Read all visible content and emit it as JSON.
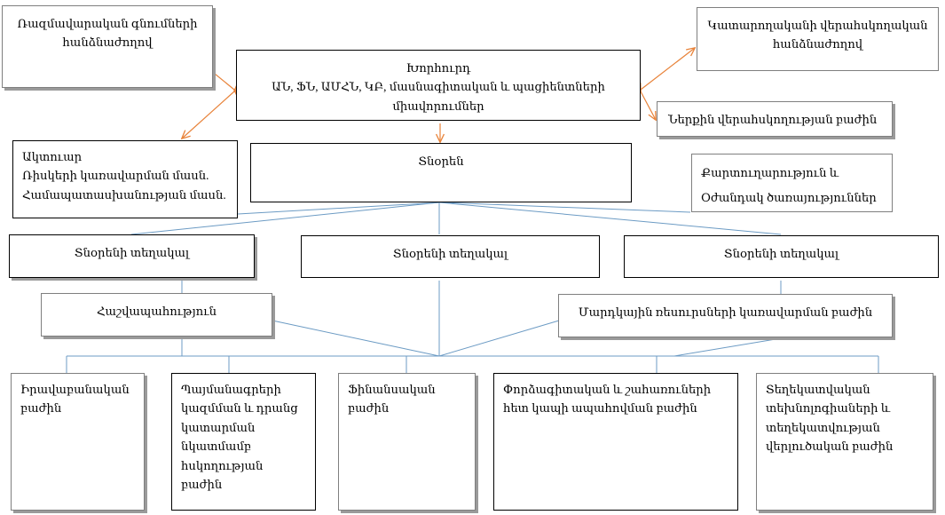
{
  "diagram": {
    "title": "Organizational structure chart",
    "colors": {
      "arrow": "#E8833A",
      "connector": "#6C9BC4",
      "box_border": "#000000",
      "box_border_gray": "#7F7F7F",
      "shadow": "#9A9A9A",
      "background": "#FFFFFF"
    }
  },
  "nodes": {
    "risk_management_committee": {
      "text": "Ռազմավարական գնումների հանձնաժողով"
    },
    "council": {
      "line1": "Խորհուրդ",
      "line2": "ԱՆ, ՖՆ, ԱՄՀՆ, ԿԲ, մասնագիտական և պացիենտների միավորումներ"
    },
    "audit_committee": {
      "text": "Կատարողականի վերահսկողական հանձնաժողով"
    },
    "internal_audit_division": {
      "text": "Ներքին վերահսկողության բաժին"
    },
    "actuary": {
      "line1": "Ակտուար",
      "line2": "Ռիսկերի կառավարման մասն.",
      "line3": "Համապատասխանության մասն."
    },
    "director": {
      "text": "Տնօրեն"
    },
    "secretariat": {
      "line1": "Քարտուղարություն և",
      "line2": "Օժանդակ ծառայություններ"
    },
    "deputy_director_1": {
      "text": "Տնօրենի տեղակալ"
    },
    "deputy_director_2": {
      "text": "Տնօրենի տեղակալ"
    },
    "deputy_director_3": {
      "text": "Տնօրենի տեղակալ"
    },
    "accounting": {
      "text": "Հաշվապահություն"
    },
    "hr_division": {
      "text": "Մարդկային ռեսուրսների կառավարման բաժին"
    },
    "legal_division": {
      "text": "Իրավաբանական բաժին"
    },
    "contracts_division": {
      "text": "Պայմանագրերի կազմման և դրանց կատարման նկատմամբ հսկողության բաժին"
    },
    "finance_division": {
      "text": "Ֆինանսական բաժին"
    },
    "expertise_division": {
      "text": "Փորձագիտական և շահառուների հետ կապի ապահովման բաժին"
    },
    "it_division": {
      "text": "Տեղեկատվական տեխնոլոգիաների և տեղեկատվության վերլուծական բաժին"
    }
  }
}
